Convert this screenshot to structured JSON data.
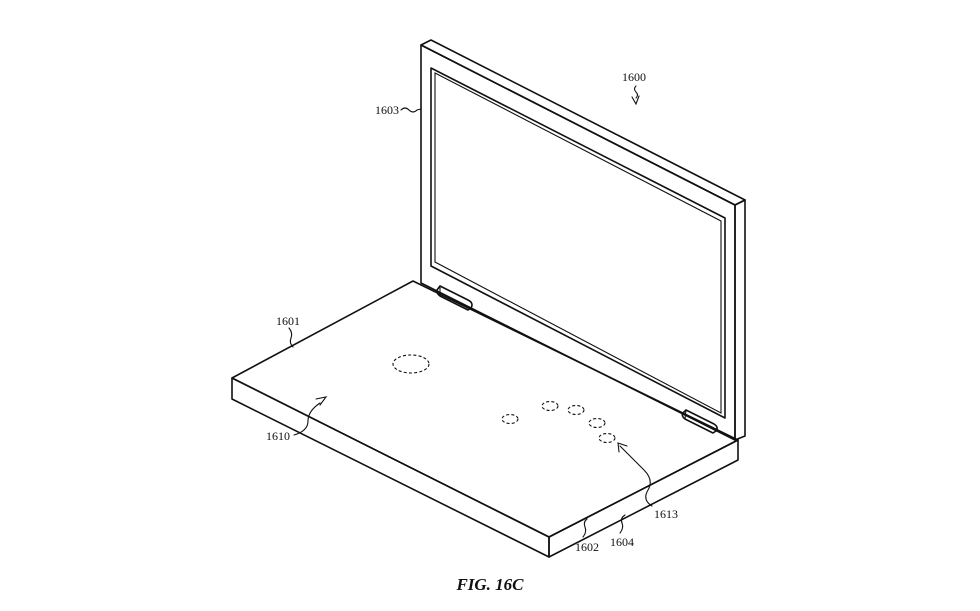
{
  "figure": {
    "caption": "FIG. 16C",
    "labels": {
      "device": "1600",
      "display_housing": "1603",
      "base_top": "1601",
      "input_region": "1610",
      "touch_regions": "1613",
      "front_edge": "1602",
      "side_edge": "1604"
    }
  }
}
